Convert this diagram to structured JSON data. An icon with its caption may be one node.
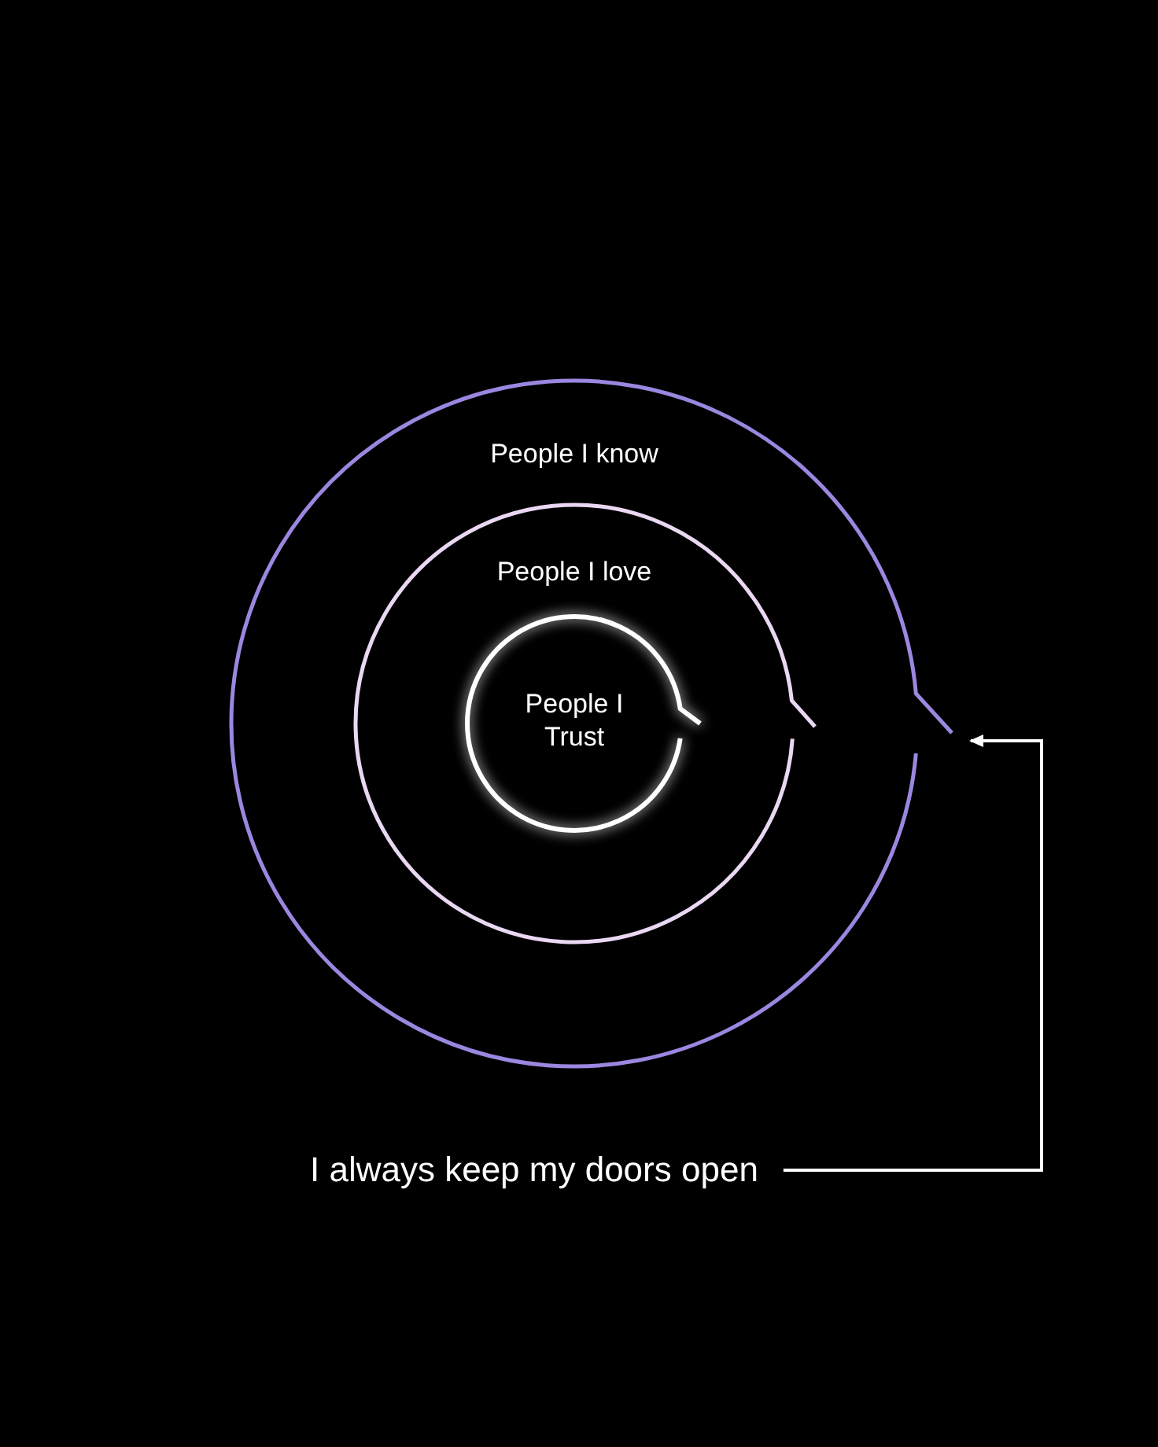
{
  "diagram": {
    "nodes": [
      {
        "text": [
          "People I know"
        ]
      },
      {
        "text": [
          "People I love"
        ],
        "in": 0
      },
      {
        "text": [
          "People I Trust"
        ],
        "in": 1
      },
      {
        "text": [
          "I always keep my doors open"
        ]
      }
    ],
    "edges": [
      {
        "from": 3,
        "to": 0,
        "arrow": "to"
      }
    ]
  }
}
